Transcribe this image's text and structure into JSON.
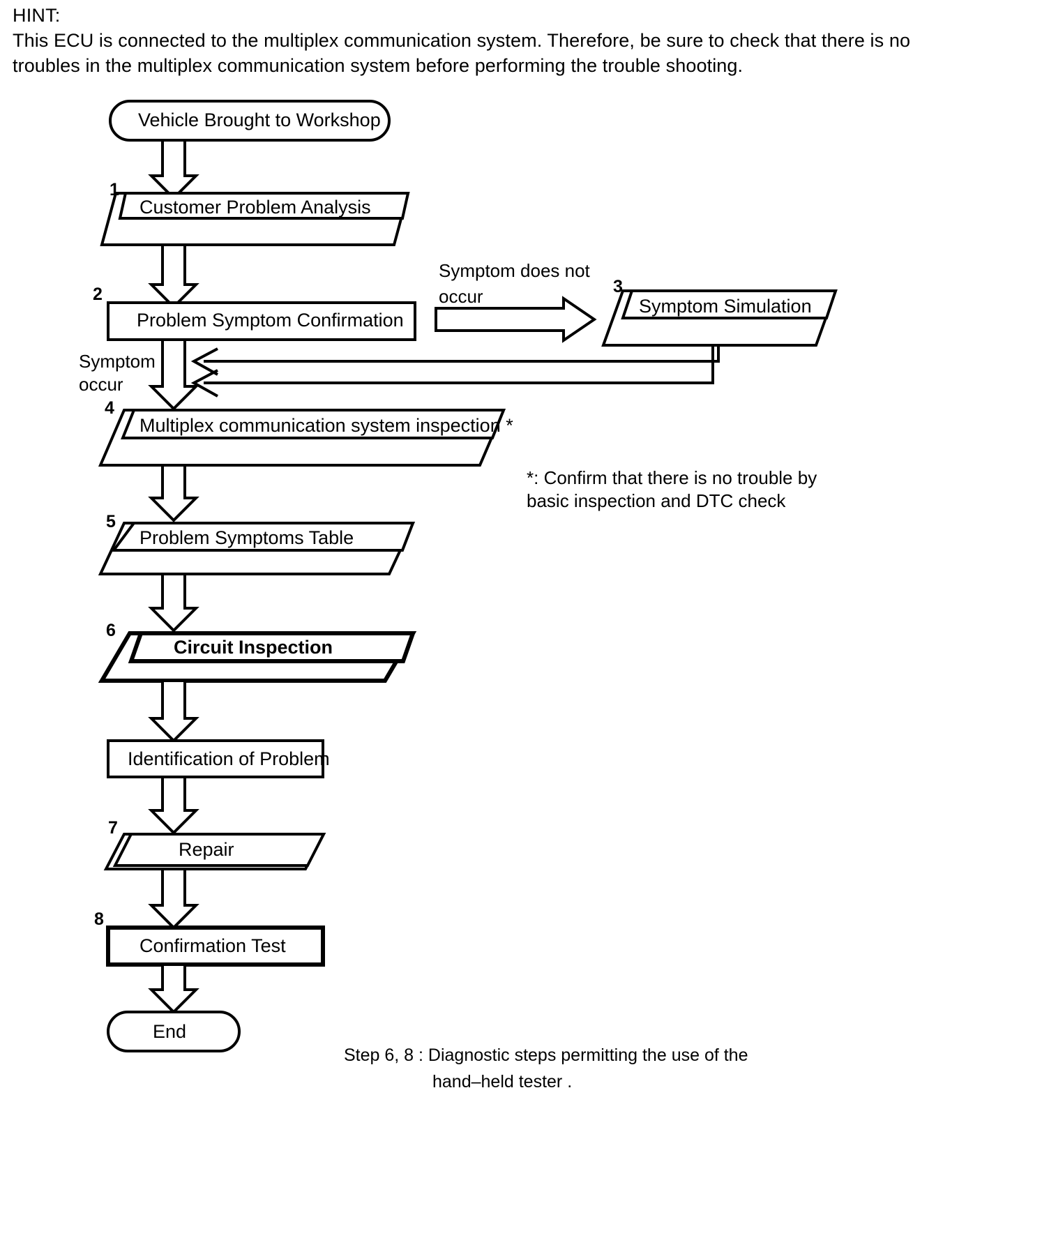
{
  "hint": {
    "label": "HINT:",
    "body": "This ECU is connected to the multiplex communication system. Therefore, be sure to check that there is no troubles in the multiplex communication system before performing the trouble shooting."
  },
  "flowchart": {
    "type": "flowchart",
    "nodes": [
      {
        "id": "start",
        "step": "",
        "label": "Vehicle Brought to Workshop",
        "shape": "rounded-terminator"
      },
      {
        "id": "n1",
        "step": "1",
        "label": "Customer Problem Analysis",
        "shape": "stacked-parallelogram"
      },
      {
        "id": "n2",
        "step": "2",
        "label": "Problem Symptom Confirmation",
        "shape": "rectangle"
      },
      {
        "id": "n3",
        "step": "3",
        "label": "Symptom Simulation",
        "shape": "stacked-parallelogram"
      },
      {
        "id": "n4",
        "step": "4",
        "label": "Multiplex communication system inspection *",
        "shape": "stacked-parallelogram"
      },
      {
        "id": "n5",
        "step": "5",
        "label": "Problem Symptoms Table",
        "shape": "stacked-parallelogram"
      },
      {
        "id": "n6",
        "step": "6",
        "label": "Circuit Inspection",
        "shape": "stacked-parallelogram",
        "bold": true
      },
      {
        "id": "ident",
        "step": "",
        "label": "Identification of Problem",
        "shape": "rectangle"
      },
      {
        "id": "n7",
        "step": "7",
        "label": "Repair",
        "shape": "parallelogram"
      },
      {
        "id": "n8",
        "step": "8",
        "label": "Confirmation Test",
        "shape": "rectangle-heavy"
      },
      {
        "id": "end",
        "step": "",
        "label": "End",
        "shape": "rounded-terminator"
      }
    ],
    "edges": [
      {
        "from": "start",
        "to": "n1",
        "label": ""
      },
      {
        "from": "n1",
        "to": "n2",
        "label": ""
      },
      {
        "from": "n2",
        "to": "n3",
        "label": "Symptom does not occur"
      },
      {
        "from": "n2",
        "to": "n4",
        "label": "Symptom occur"
      },
      {
        "from": "n3",
        "to": "n4",
        "label": ""
      },
      {
        "from": "n4",
        "to": "n5",
        "label": ""
      },
      {
        "from": "n5",
        "to": "n6",
        "label": ""
      },
      {
        "from": "n6",
        "to": "ident",
        "label": ""
      },
      {
        "from": "ident",
        "to": "n7",
        "label": ""
      },
      {
        "from": "n7",
        "to": "n8",
        "label": ""
      },
      {
        "from": "n8",
        "to": "end",
        "label": ""
      }
    ]
  },
  "edge_labels": {
    "symptom_not_occur_line1": "Symptom does not",
    "symptom_not_occur_line2": "occur",
    "symptom_occur_line1": "Symptom",
    "symptom_occur_line2": "occur"
  },
  "notes": {
    "asterisk_line1": "*: Confirm that there is no trouble by",
    "asterisk_line2": "basic inspection and DTC check"
  },
  "caption": {
    "line1": "Step 6, 8 : Diagnostic steps permitting the use of the",
    "line2": "hand–held tester ."
  },
  "colors": {
    "ink": "#000000",
    "paper": "#ffffff"
  }
}
